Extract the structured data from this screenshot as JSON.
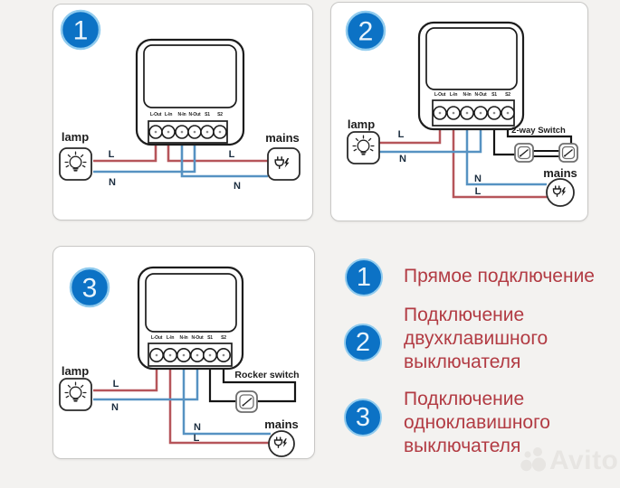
{
  "module": {
    "terminals": [
      "L-Out",
      "L-In",
      "N-In",
      "N-Out",
      "S1",
      "S2"
    ]
  },
  "labels": {
    "lamp": "lamp",
    "mains": "mains",
    "live": "L",
    "neutral": "N"
  },
  "panels": {
    "one": {
      "badge": "1"
    },
    "two": {
      "badge": "2",
      "switch_label": "2-way Switch"
    },
    "three": {
      "badge": "3",
      "switch_label": "Rocker switch"
    }
  },
  "legend": {
    "items": [
      {
        "number": "1",
        "lines": [
          "Прямое подключение"
        ]
      },
      {
        "number": "2",
        "lines": [
          "Подключение",
          "двухклавишного",
          "выключателя"
        ]
      },
      {
        "number": "3",
        "lines": [
          "Подключение",
          "одноклавишного",
          "выключателя"
        ]
      }
    ]
  },
  "watermark": {
    "text": "Avito"
  },
  "colors": {
    "badge_blue": "#0c72c5",
    "legend_text": "#b23b43",
    "live_wire": "#b6555a",
    "neutral_wire": "#5692c2",
    "switch_wire": "#151515"
  }
}
